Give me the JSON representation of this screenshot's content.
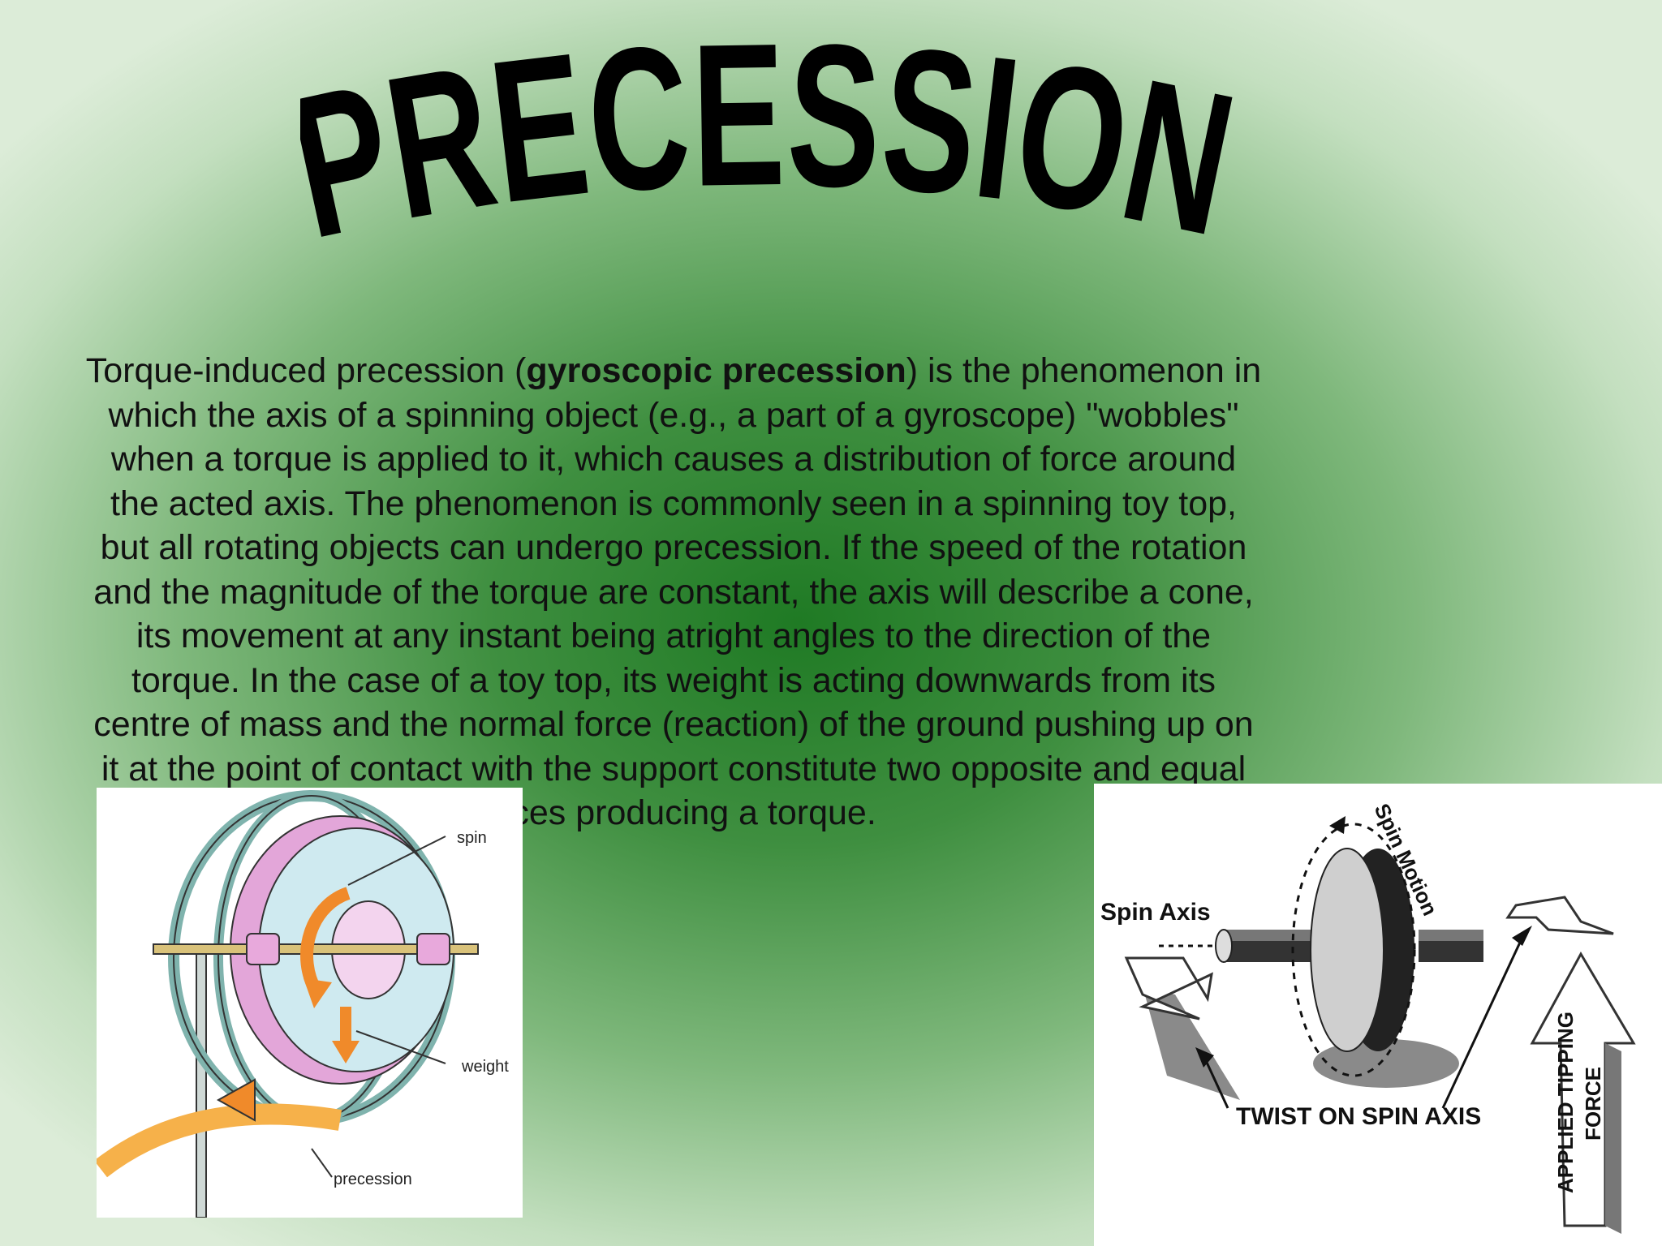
{
  "slide": {
    "title": "PRECESSION",
    "body": {
      "intro": "Torque-induced precession (",
      "bold_term": "gyroscopic precession",
      "rest": ") is the phenomenon in which the axis of a spinning object (e.g., a part of a gyroscope) \"wobbles\" when a torque is applied to it, which causes a distribution of force around the acted axis. The phenomenon is commonly seen in a spinning toy top, but all rotating objects can undergo precession. If the speed of the rotation and the magnitude of the torque are constant, the axis will describe a cone, its movement at any instant being atright angles to the direction of the torque. In the case of a toy top, its weight is acting downwards from its centre of mass and the normal force (reaction) of the ground pushing up on it at the point of contact with the support constitute two opposite and equal forces producing a torque."
    }
  },
  "figure_left": {
    "labels": {
      "spin": "spin",
      "weight": "weight",
      "precession": "precession"
    }
  },
  "figure_right": {
    "labels": {
      "spin_motion": "Spin Motion",
      "spin_axis": "Spin Axis",
      "twist": "TWIST ON SPIN AXIS",
      "tipping_line1": "APPLIED TIPPING",
      "tipping_line2": "FORCE"
    }
  },
  "colors": {
    "background_center": "#1f7a24",
    "background_edge": "#dcecd8",
    "text": "#111111"
  }
}
